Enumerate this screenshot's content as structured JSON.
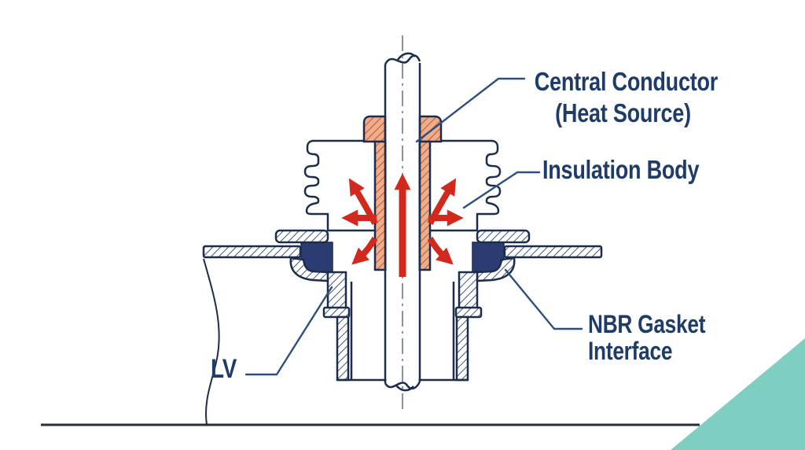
{
  "figure": {
    "type": "technical-cross-section-diagram",
    "subject": "Bushing thermal cross-section with heat-flow arrows"
  },
  "labels": {
    "central_conductor": {
      "line1": "Central Conductor",
      "line2": "(Heat Source)"
    },
    "insulation_body": {
      "text": "Insulation Body"
    },
    "nbr_gasket": {
      "line1": "NBR Gasket",
      "line2": "Interface"
    },
    "lv": {
      "text": "LV"
    }
  },
  "colors": {
    "background": "#FFFFFF",
    "outline_navy": "#1C2C4C",
    "leader_blue": "#2F4E80",
    "label_text": "#1F3C68",
    "heat_arrow_red": "#D2291F",
    "conductor_fill_salmon": "#F0AD8C",
    "conductor_hatch": "#B35A36",
    "nbr_gasket_navy": "#2B3C72",
    "corner_triangle_teal": "#7FCEC2",
    "ground_line": "#272E40",
    "centerline_gray": "#6B7890"
  },
  "arrows": {
    "count": 7,
    "meaning": "heat flow from central conductor outward and upward"
  }
}
